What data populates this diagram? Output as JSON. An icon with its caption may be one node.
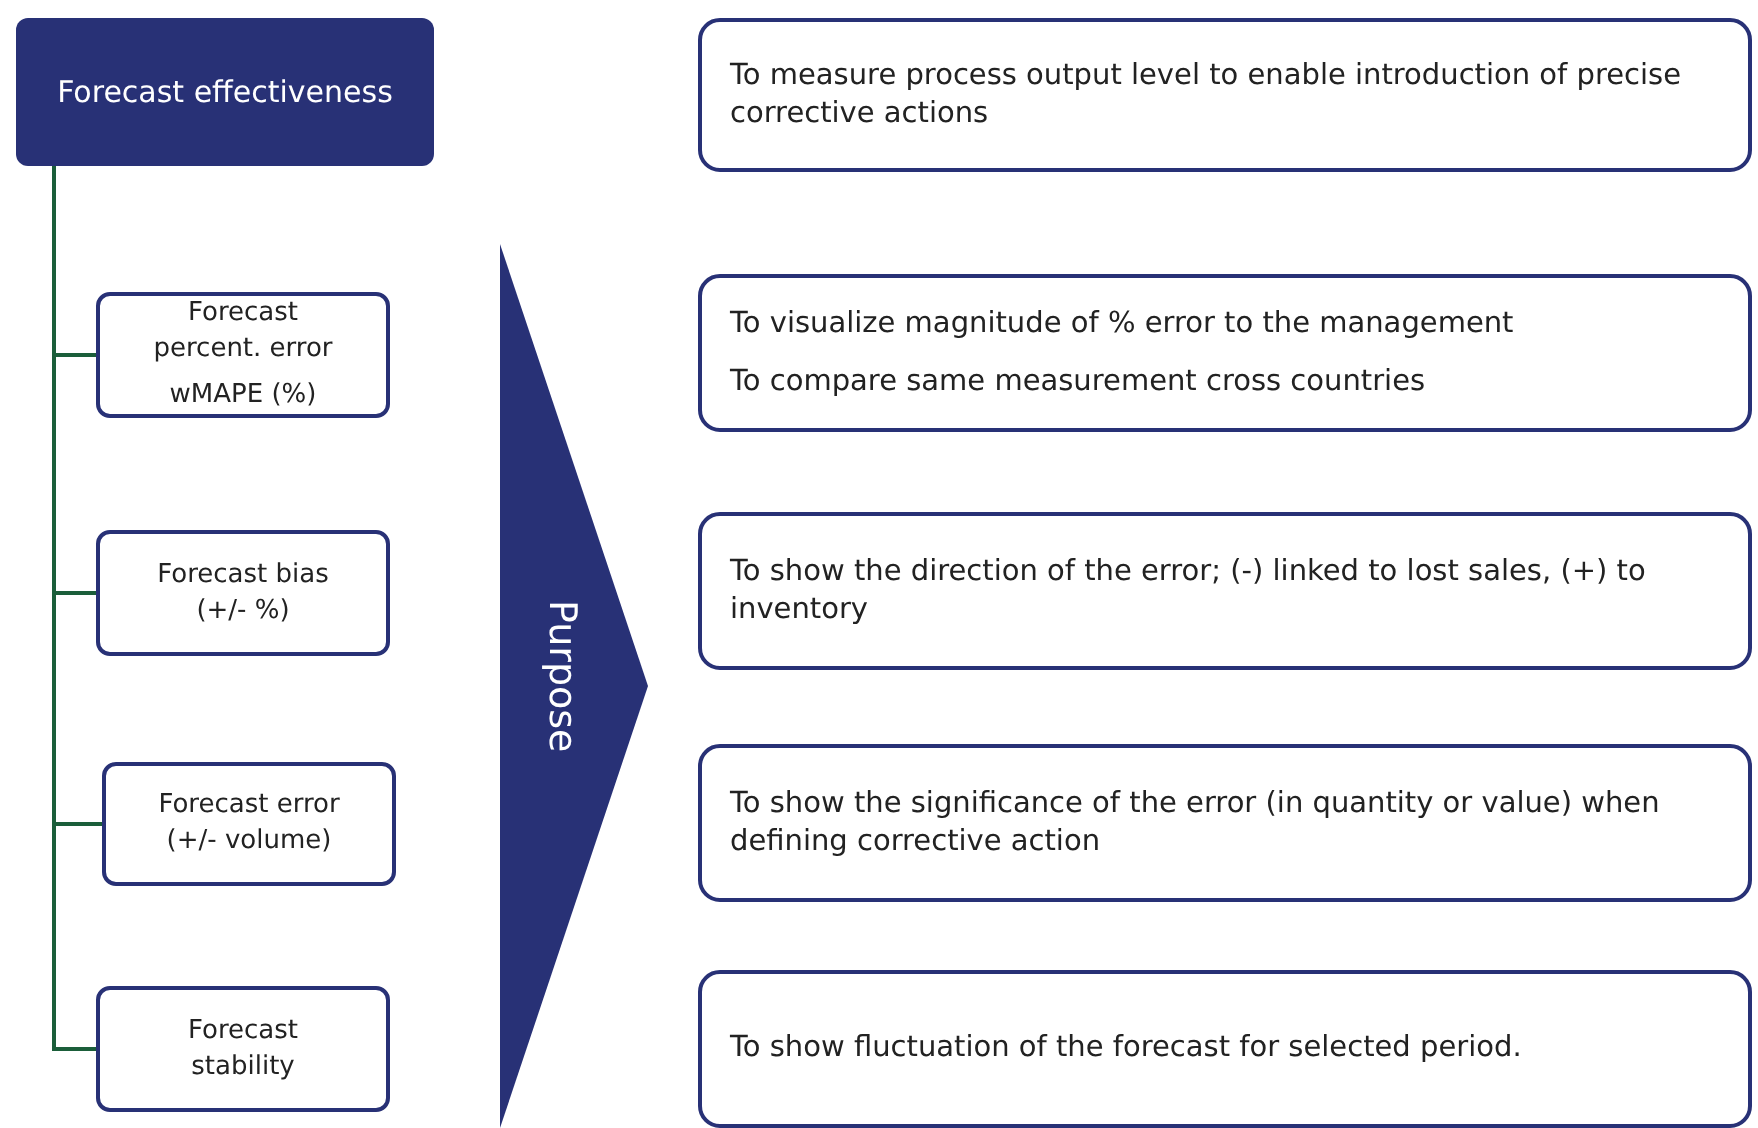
{
  "diagram": {
    "nodes": [
      {
        "text": [
          "Forecast effectiveness"
        ]
      },
      {
        "text": [
          "To measure process output level to enable introduction of precise corrective actions"
        ]
      },
      {
        "text": [
          "Purpose"
        ]
      },
      {
        "text": [
          "Forecast percent. error",
          "wMAPE (%)"
        ]
      },
      {
        "text": [
          "To visualize magnitude of % error to the management",
          "To compare same measurement cross countries"
        ]
      },
      {
        "text": [
          "Forecast bias (+/- %)"
        ]
      },
      {
        "text": [
          "To show the direction of the error; (-) linked to lost sales, (+) to inventory"
        ]
      },
      {
        "text": [
          "Forecast error (+/- volume)"
        ]
      },
      {
        "text": [
          "To show the significance of the error (in quantity or value) when defining corrective action"
        ]
      },
      {
        "text": [
          "Forecast stability"
        ]
      },
      {
        "text": [
          "To show fluctuation of the forecast for selected period."
        ]
      }
    ],
    "edges": [
      {
        "from": 0,
        "to": 3,
        "arrow": "none"
      },
      {
        "from": 0,
        "to": 5,
        "arrow": "none"
      },
      {
        "from": 0,
        "to": 7,
        "arrow": "none"
      },
      {
        "from": 0,
        "to": 9,
        "arrow": "none"
      }
    ]
  }
}
